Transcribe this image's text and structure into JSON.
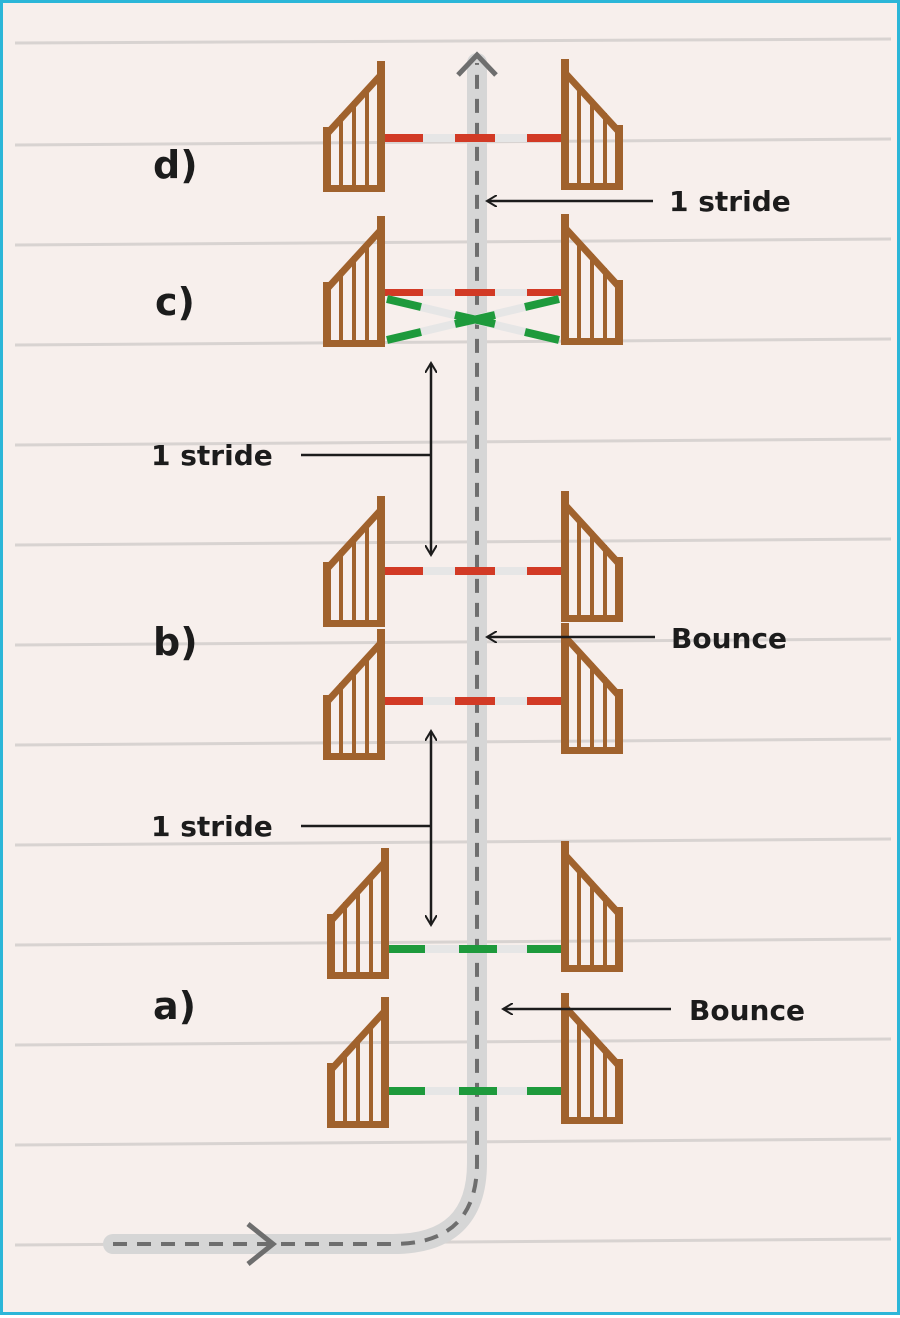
{
  "exercises": [
    {
      "id": "d",
      "label": "d)"
    },
    {
      "id": "c",
      "label": "c)"
    },
    {
      "id": "b",
      "label": "b)"
    },
    {
      "id": "a",
      "label": "a)"
    }
  ],
  "callouts": {
    "stride_top": "1 stride",
    "stride_upper_left": "1 stride",
    "bounce_b": "Bounce",
    "stride_lower_left": "1 stride",
    "bounce_a": "Bounce"
  },
  "colors": {
    "border": "#2bb6d8",
    "paper": "#f7efec",
    "paper_lines": "#d8d3d1",
    "wing_wood": "#a0622d",
    "pole_red": "#d23a25",
    "pole_green": "#1e9a3c",
    "pole_white": "#e6e6e6",
    "track": "#d6d6d6",
    "track_dash": "#6e6e6e",
    "text": "#1c1c1c"
  }
}
